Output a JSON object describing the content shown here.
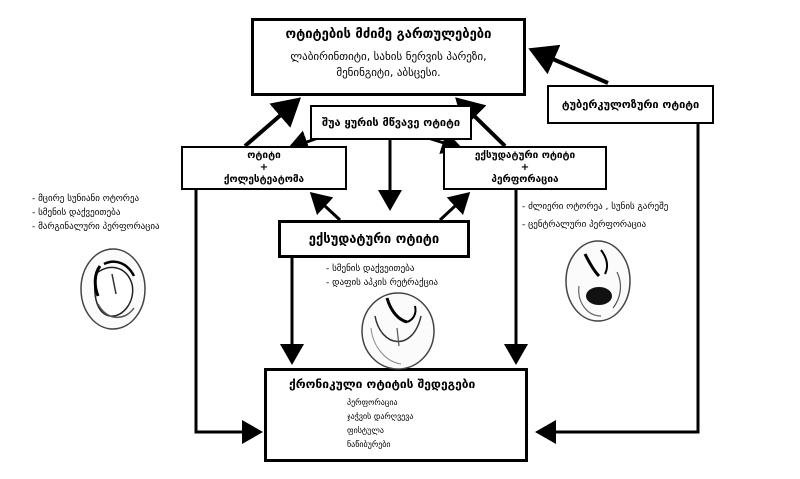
{
  "boxes": {
    "complications": {
      "title": "ოტიტების მძიმე გართულებები",
      "line1": "ლაბირინთიტი, სახის ნერვის პარეზი,",
      "line2": "მენინგიტი, აბსცესი."
    },
    "middle_ear": {
      "title": "შუა ყურის მწვავე ოტიტი"
    },
    "tuberculous": {
      "title": "ტუბერკულოზური ოტიტი"
    },
    "otitis_chole": {
      "line1": "ოტიტი",
      "plus": "+",
      "line2": "ქოლესტეატომა"
    },
    "exudative_perf": {
      "line1": "ექსუდატური ოტიტი",
      "plus": "+",
      "line2": "პერფორაცია"
    },
    "exudative": {
      "title": "ექსუდატური ოტიტი"
    },
    "chronic": {
      "title": "ქრონიკული ოტიტის შედეგები",
      "items": [
        "პერფორაცია",
        "ჯაჭვის დარღვევა",
        "ფისტულა",
        "ნაწიბურები"
      ]
    }
  },
  "notes": {
    "left": [
      "- მცირე სუნიანი ოტორეა",
      "- სმენის დაქვეითება",
      "- მარგინალური პერფორაცია"
    ],
    "center": [
      "- სმენის დაქვეითება",
      "- დაფის აპკის რეტრაქცია"
    ],
    "right": [
      "- ძლიერი ოტორეა , სუნის გარეშე",
      "- ცენტრალური პერფორაცია"
    ]
  }
}
